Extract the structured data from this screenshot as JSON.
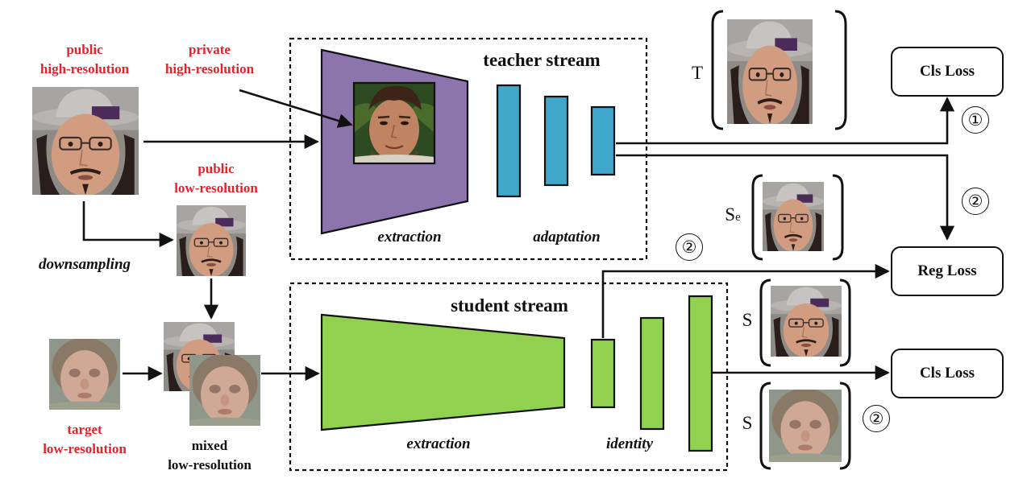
{
  "inputs": {
    "public_hr_line1": "public",
    "public_hr_line2": "high-resolution",
    "private_hr_line1": "private",
    "private_hr_line2": "high-resolution",
    "public_lr_line1": "public",
    "public_lr_line2": "low-resolution",
    "target_lr_line1": "target",
    "target_lr_line2": "low-resolution",
    "mixed_lr_line1": "mixed",
    "mixed_lr_line2": "low-resolution",
    "downsampling": "downsampling"
  },
  "teacher": {
    "title": "teacher stream",
    "extraction": "extraction",
    "adaptation": "adaptation"
  },
  "student": {
    "title": "student stream",
    "extraction": "extraction",
    "identity": "identity"
  },
  "outputs": {
    "teacher_symbol": "T",
    "se_symbol": "S",
    "se_subscript": "e",
    "s_symbol_1": "S",
    "s_symbol_2": "S"
  },
  "losses": {
    "cls_top": "Cls Loss",
    "reg": "Reg Loss",
    "cls_bottom": "Cls Loss"
  },
  "markers": {
    "one": "①",
    "two_reg_right": "②",
    "two_reg_left": "②",
    "two_bottom": "②"
  },
  "colors": {
    "teacher_extractor": "#8c75ad",
    "student_extractor": "#92d050",
    "adaptation_layers": "#3fa7c9",
    "input_label_red": "#e8202a"
  }
}
